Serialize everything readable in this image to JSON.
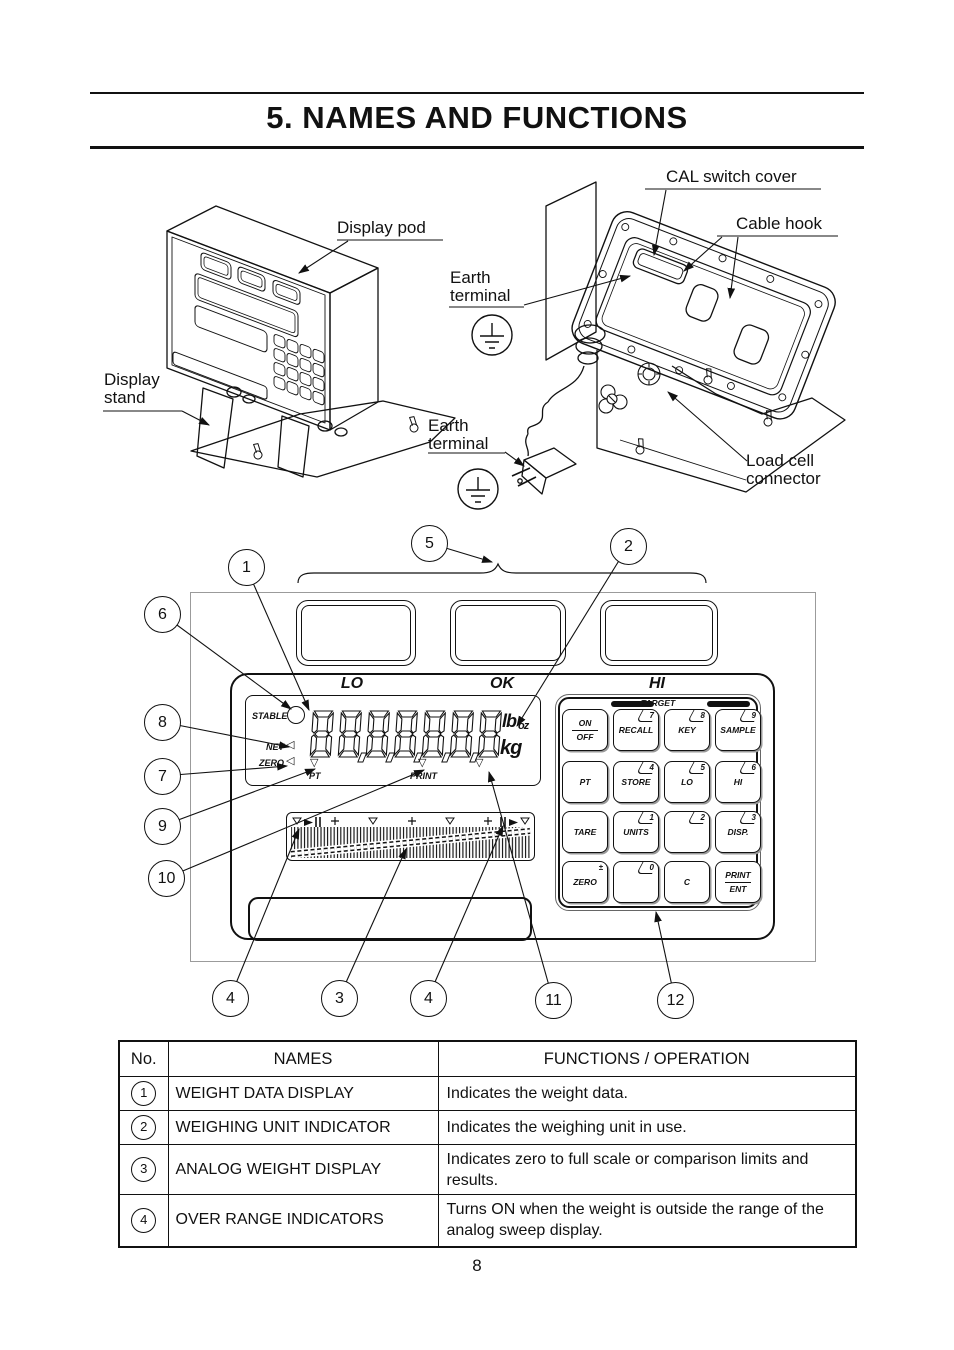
{
  "colors": {
    "ink": "#111111",
    "panel_outline": "#9b9b9b"
  },
  "page": {
    "title": "5. NAMES AND FUNCTIONS",
    "page_number": "8"
  },
  "labels": {
    "display_pod": "Display pod",
    "display_stand": "Display stand",
    "earth_terminal_top": "Earth terminal",
    "earth_terminal_bottom": "Earth terminal",
    "cal_switch_cover": "CAL switch cover",
    "cable_hook": "Cable hook",
    "load_cell_connector": "Load cell connector"
  },
  "panel": {
    "comparator_labels": {
      "lo": "LO",
      "ok": "OK",
      "hi": "HI"
    },
    "annunciators": {
      "stable": "STABLE",
      "net": "NET",
      "zero": "ZERO",
      "pt": "PT",
      "print": "PRINT"
    },
    "display_value": "8888888",
    "units": {
      "lb": "lb",
      "oz": "oz",
      "kg": "kg"
    },
    "target": "TARGET",
    "keypad_keys": [
      {
        "main": "ON",
        "sub": "OFF"
      },
      {
        "main": "RECALL",
        "tab": "7"
      },
      {
        "main": "KEY",
        "tab": "8"
      },
      {
        "main": "SAMPLE",
        "tab": "9"
      },
      {
        "main": "PT"
      },
      {
        "main": "STORE",
        "tab": "4"
      },
      {
        "main": "LO",
        "tab": "5"
      },
      {
        "main": "HI",
        "tab": "6"
      },
      {
        "main": "TARE"
      },
      {
        "main": "UNITS",
        "tab": "1"
      },
      {
        "main": "",
        "tab": "2"
      },
      {
        "main": "DISP.",
        "tab": "3"
      },
      {
        "main": "ZERO",
        "tab": "±"
      },
      {
        "main": "",
        "tab": "0"
      },
      {
        "main": "C"
      },
      {
        "main": "PRINT",
        "sub": "ENT"
      }
    ]
  },
  "callouts": [
    "1",
    "5",
    "2",
    "6",
    "8",
    "7",
    "9",
    "10",
    "4",
    "3",
    "4",
    "11",
    "12"
  ],
  "table": {
    "headers": [
      "No.",
      "NAMES",
      "FUNCTIONS / OPERATION"
    ],
    "rows": [
      {
        "no": "1",
        "name": "WEIGHT DATA DISPLAY",
        "function": "Indicates the weight data."
      },
      {
        "no": "2",
        "name": "WEIGHING UNIT INDICATOR",
        "function": "Indicates the weighing unit in use."
      },
      {
        "no": "3",
        "name": "ANALOG WEIGHT DISPLAY",
        "function": "Indicates zero to full scale or comparison limits and results."
      },
      {
        "no": "4",
        "name": "OVER RANGE INDICATORS",
        "function": "Turns ON when the weight is outside the range of the analog sweep display."
      }
    ]
  }
}
